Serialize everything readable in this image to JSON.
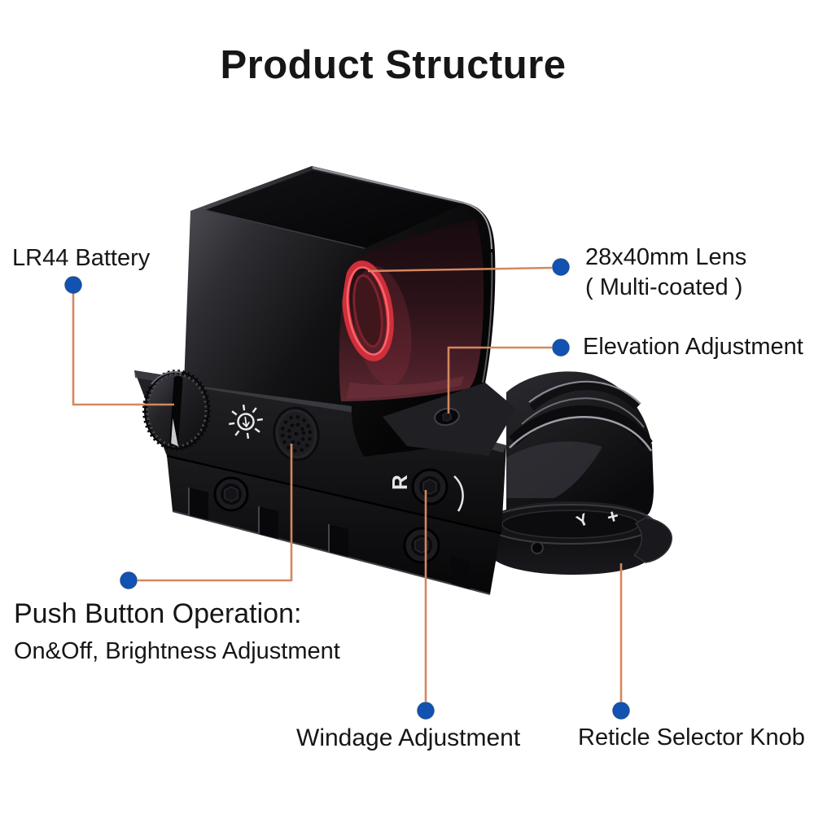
{
  "title": "Product Structure",
  "colors": {
    "background": "#ffffff",
    "text": "#161616",
    "callout_line": "#d4875f",
    "callout_dot": "#1252b0",
    "lens_red": "#cf2f3a",
    "body_black": "#0b0b0d"
  },
  "labels": {
    "battery": {
      "text": "LR44 Battery"
    },
    "lens": {
      "line1": "28x40mm Lens",
      "line2": "( Multi-coated )"
    },
    "elevation": {
      "text": "Elevation Adjustment"
    },
    "push_button": {
      "line1": "Push Button Operation:",
      "line2": "On&Off, Brightness Adjustment"
    },
    "windage": {
      "text": "Windage Adjustment"
    },
    "reticle": {
      "text": "Reticle Selector Knob"
    }
  },
  "markings": {
    "rotary_direction": "R",
    "reticle_symbol_a": "Y",
    "reticle_symbol_b": "+"
  }
}
